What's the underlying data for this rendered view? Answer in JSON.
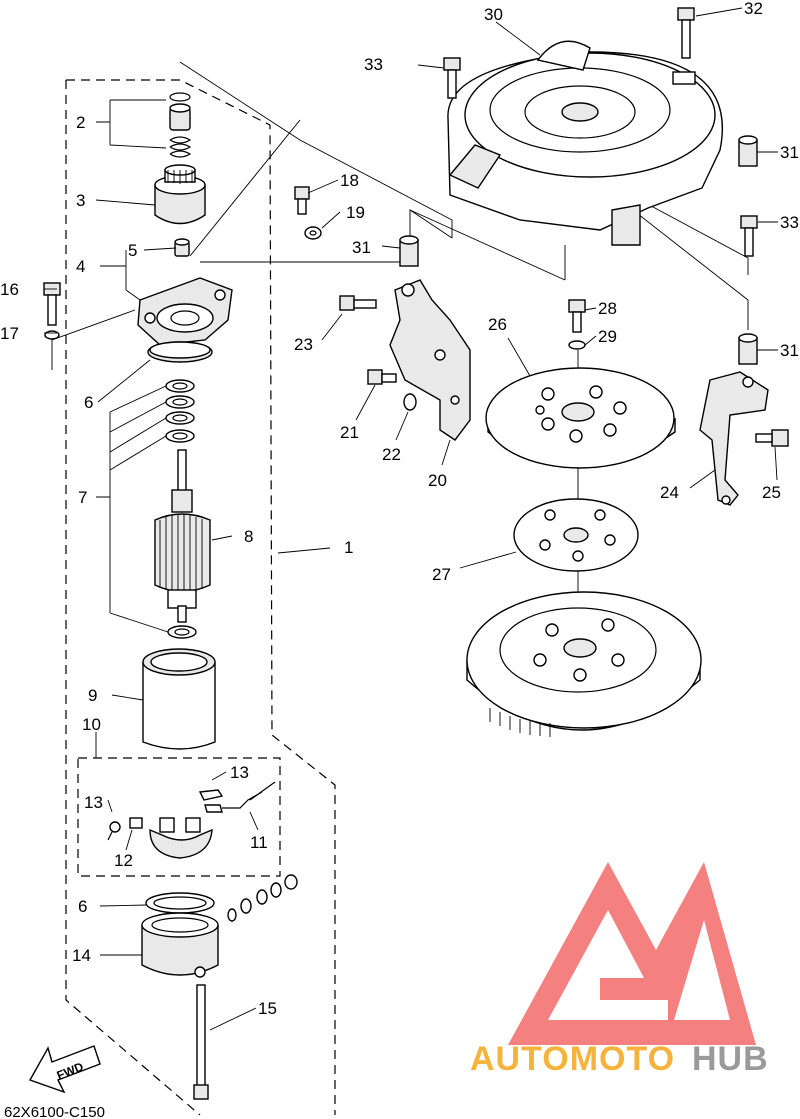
{
  "diagram": {
    "code": "62X6100-C150",
    "fwd_label": "FWD",
    "watermark": {
      "word_a": "AUTOMOTO",
      "word_b": "HUB",
      "color_a": "#f5b33c",
      "color_b": "#9a9a9a",
      "logo_color": "#f26a6a"
    },
    "callouts": {
      "c1": "1",
      "c2": "2",
      "c3": "3",
      "c4": "4",
      "c5": "5",
      "c6a": "6",
      "c6b": "6",
      "c7": "7",
      "c8": "8",
      "c9": "9",
      "c10": "10",
      "c11": "11",
      "c12": "12",
      "c13a": "13",
      "c13b": "13",
      "c14": "14",
      "c15": "15",
      "c16": "16",
      "c17": "17",
      "c18": "18",
      "c19": "19",
      "c20": "20",
      "c21": "21",
      "c22": "22",
      "c23": "23",
      "c24": "24",
      "c25": "25",
      "c26": "26",
      "c27": "27",
      "c28": "28",
      "c29": "29",
      "c30": "30",
      "c31a": "31",
      "c31b": "31",
      "c31c": "31",
      "c32": "32",
      "c33a": "33",
      "c33b": "33"
    }
  }
}
